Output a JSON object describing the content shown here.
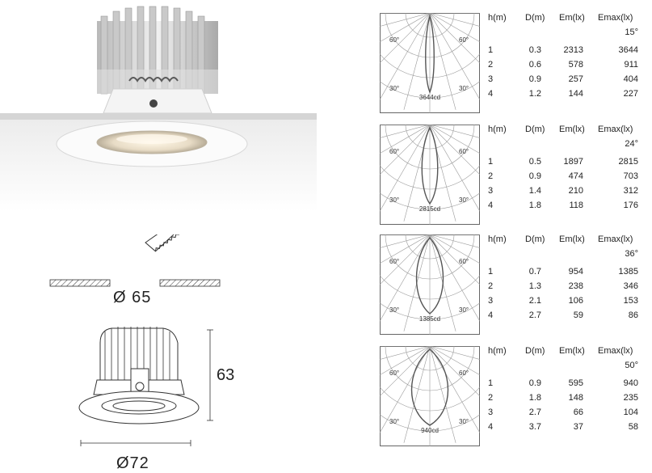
{
  "dimensions": {
    "cutout": "Ø 65",
    "height": "63",
    "diameter": "Ø72"
  },
  "table_headers": [
    "h(m)",
    "D(m)",
    "Em(lx)",
    "Emax(lx)"
  ],
  "beams": [
    {
      "angle": "15°",
      "peak_cd": "3644cd",
      "rows": [
        [
          "1",
          "0.3",
          "2313",
          "3644"
        ],
        [
          "2",
          "0.6",
          "578",
          "911"
        ],
        [
          "3",
          "0.9",
          "257",
          "404"
        ],
        [
          "4",
          "1.2",
          "144",
          "227"
        ]
      ]
    },
    {
      "angle": "24°",
      "peak_cd": "2815cd",
      "rows": [
        [
          "1",
          "0.5",
          "1897",
          "2815"
        ],
        [
          "2",
          "0.9",
          "474",
          "703"
        ],
        [
          "3",
          "1.4",
          "210",
          "312"
        ],
        [
          "4",
          "1.8",
          "118",
          "176"
        ]
      ]
    },
    {
      "angle": "36°",
      "peak_cd": "1385cd",
      "rows": [
        [
          "1",
          "0.7",
          "954",
          "1385"
        ],
        [
          "2",
          "1.3",
          "238",
          "346"
        ],
        [
          "3",
          "2.1",
          "106",
          "153"
        ],
        [
          "4",
          "2.7",
          "59",
          "86"
        ]
      ]
    },
    {
      "angle": "50°",
      "peak_cd": "940cd",
      "rows": [
        [
          "1",
          "0.9",
          "595",
          "940"
        ],
        [
          "2",
          "1.8",
          "148",
          "235"
        ],
        [
          "3",
          "2.7",
          "66",
          "104"
        ],
        [
          "4",
          "3.7",
          "37",
          "58"
        ]
      ]
    }
  ],
  "polar_labels": {
    "upper_left": "60°",
    "upper_right": "60°",
    "lower_left": "30°",
    "lower_right": "30°"
  }
}
